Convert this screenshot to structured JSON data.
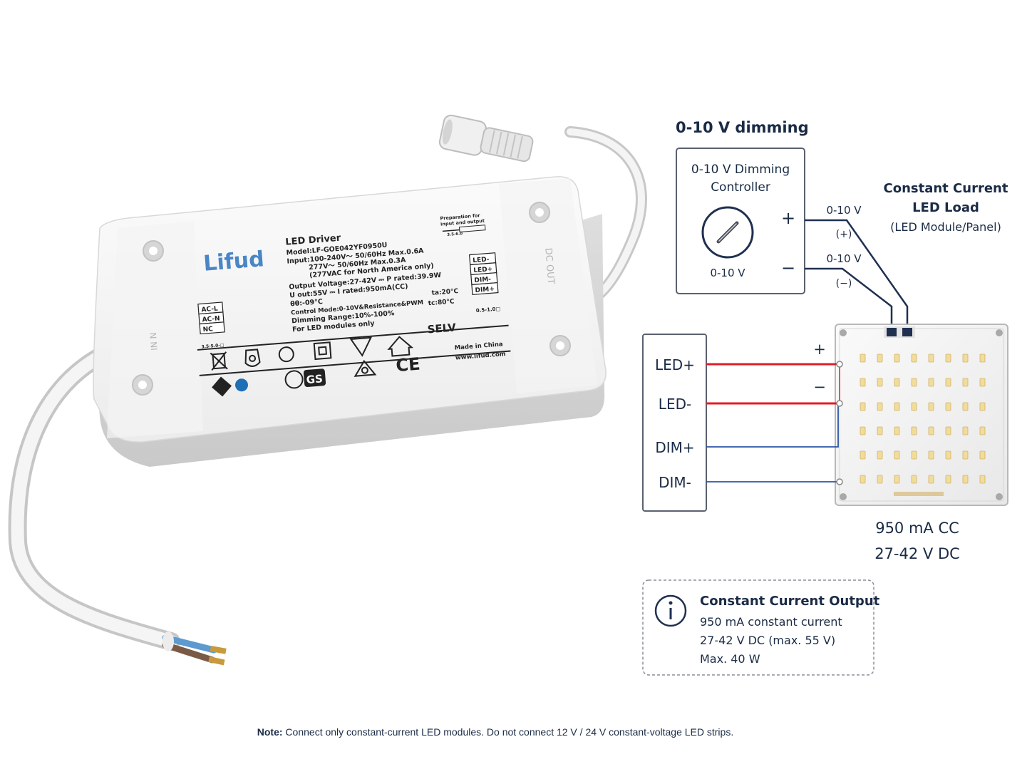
{
  "driver": {
    "brand": "Lifud",
    "product": "LED Driver",
    "model": "Model:LF-GOE042YF0950U",
    "input_1": "Input:100-240V～ 50/60Hz Max.0.6A",
    "input_2": "277V～ 50/60Hz Max.0.3A",
    "input_3": "(277VAC for North America only)",
    "output_voltage": "Output Voltage:27-42V ⎓ P rated:39.9W",
    "uout": "U out:55V ⎓ I rated:950mA(CC)",
    "temp": "θθ:-09°C",
    "control_mode": "Control Mode:0-10V&Resistance&PWM",
    "dimming_range": "Dimming Range:10%-100%",
    "for_led": "For LED modules only",
    "ta": "ta:20°C",
    "tc": "tc:80°C",
    "prep_1": "Preparation for",
    "prep_2": "input and output",
    "prep_3": "3.5-6.0",
    "in_side": "IN N",
    "out_side": "DC OUT",
    "input_terminals": [
      "AC-L",
      "AC-N",
      "NC"
    ],
    "input_term_note": "3.5-5.0-□",
    "output_terminals": [
      "LED-",
      "LED+",
      "DIM-",
      "DIM+"
    ],
    "output_term_note": "0.5-1.0□",
    "selv": "SELV",
    "ce": "CE",
    "made_in": "Made in China",
    "website": "www.lifud.com",
    "gs": "GS"
  },
  "dimming": {
    "title": "0-10 V dimming",
    "controller_line1": "0-10 V Dimming",
    "controller_line2": "Controller",
    "knob_label": "0-10 V",
    "plus": "+",
    "minus": "−",
    "plus_wire_label": "0-10 V",
    "plus_wire_sign": "(+)",
    "minus_wire_label": "0-10 V",
    "minus_wire_sign": "(−)"
  },
  "load": {
    "title_line1": "Constant Current",
    "title_line2": "LED Load",
    "title_line3": "(LED Module/Panel)",
    "spec_current": "950 mA CC",
    "spec_voltage": "27-42 V DC",
    "led_rows": 6,
    "led_cols": 8
  },
  "wiring": {
    "terminals": [
      "LED+",
      "LED-",
      "DIM+",
      "DIM-"
    ],
    "plus": "+",
    "minus": "−",
    "colors": {
      "power": "#e01e26",
      "dim": "#2b55a6",
      "signal": "#1f3050"
    }
  },
  "info": {
    "title": "Constant Current Output",
    "line1": "950 mA constant current",
    "line2": "27-42 V DC (max. 55 V)",
    "line3": "Max. 40 W"
  },
  "note": {
    "label": "Note:",
    "text": " Connect only constant-current LED modules. Do not connect 12 V / 24 V constant-voltage LED strips."
  }
}
